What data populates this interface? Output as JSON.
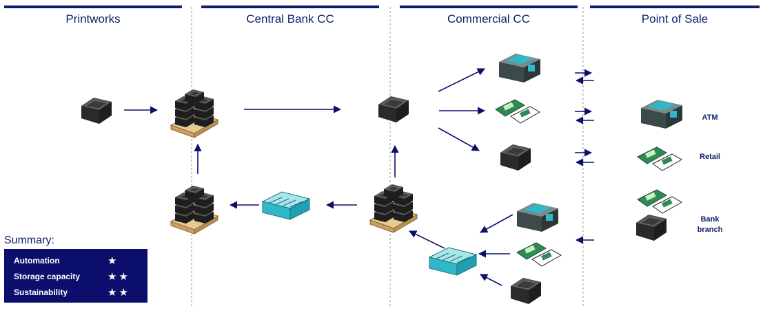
{
  "columns": [
    {
      "id": "printworks",
      "title": "Printworks"
    },
    {
      "id": "central-bank",
      "title": "Central Bank CC"
    },
    {
      "id": "commercial",
      "title": "Commercial CC"
    },
    {
      "id": "pos",
      "title": "Point of Sale"
    }
  ],
  "pos_labels": {
    "atm": "ATM",
    "retail": "Retail",
    "bank_branch_line1": "Bank",
    "bank_branch_line2": "branch"
  },
  "summary": {
    "title": "Summary:",
    "rows": [
      {
        "label": "Automation",
        "stars": "★"
      },
      {
        "label": "Storage capacity",
        "stars": "★★"
      },
      {
        "label": "Sustainability",
        "stars": "★★"
      }
    ]
  },
  "icons": {
    "container": "closed-cash-container-icon",
    "pallet": "pallet-of-containers-icon",
    "atm_cassette": "atm-cassette-icon",
    "bags": "banknote-bags-icon",
    "crate": "open-sorting-crate-icon"
  },
  "colors": {
    "header_bar": "#0b1f6b",
    "text": "#0b1f6b",
    "arrow": "#0b0f6b",
    "summary_bg": "#0b0f6b",
    "container": "#2a2a2a",
    "cassette": "#3c4a4a",
    "teal": "#2fb8c8",
    "bag_green": "#2e8b57",
    "pallet_wood": "#d8b27a"
  }
}
